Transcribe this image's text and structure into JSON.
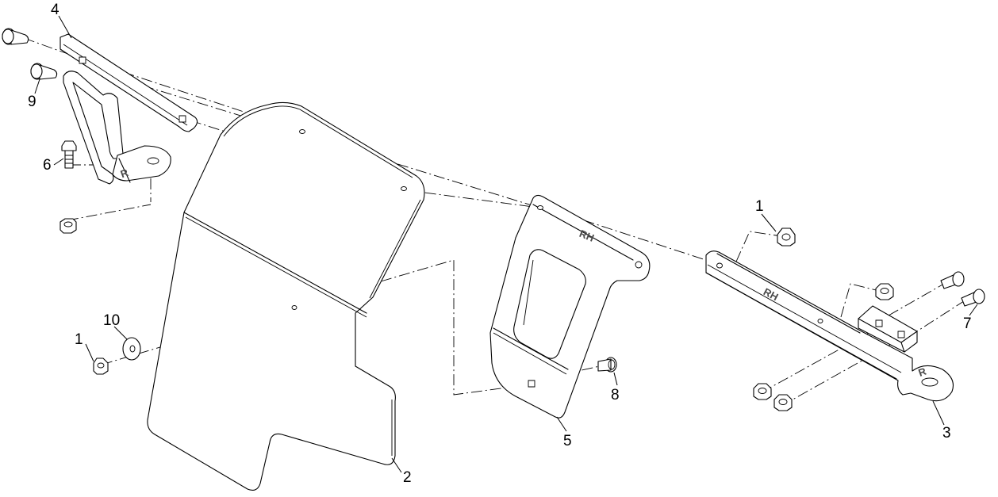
{
  "callouts": {
    "c1a": "1",
    "c1b": "1",
    "c2": "2",
    "c3": "3",
    "c4": "4",
    "c5": "5",
    "c6": "6",
    "c7": "7",
    "c8": "8",
    "c9": "9",
    "c10": "10"
  },
  "stamps": {
    "panel_rh": "RH",
    "rail_rh": "RH",
    "rail_r": "R",
    "bracket_r": "R"
  }
}
